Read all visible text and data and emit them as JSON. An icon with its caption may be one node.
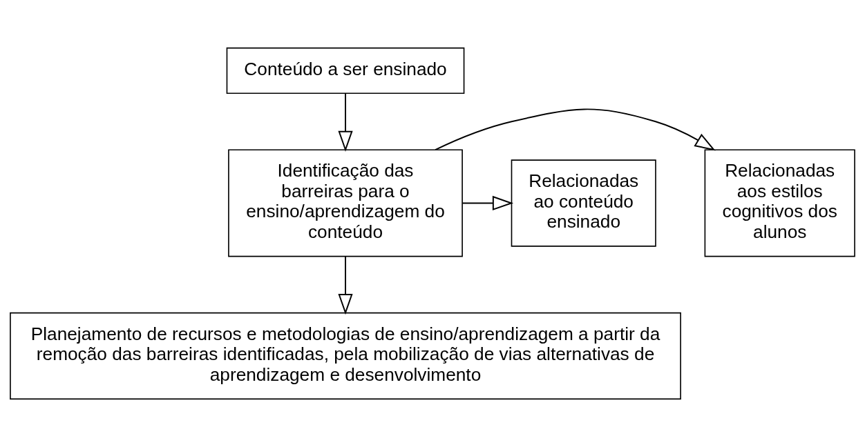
{
  "diagram": {
    "nodes": [
      {
        "text": [
          "Conteúdo a ser ensinado"
        ]
      },
      {
        "text": [
          "Relacionadas aos estilos cognitivos dos alunos"
        ]
      },
      {
        "text": [
          "Identificação das barreiras para o ensino/aprendizagem do conteúdo"
        ]
      },
      {
        "text": [
          "Relacionadas ao conteúdo ensinado"
        ]
      },
      {
        "text": [
          "Planejamento de recursos e metodologias de ensino/aprendizagem a partir da remoção das barreiras identificadas, pela mobilização de vias alternativas de aprendizagem e desenvolvimento"
        ]
      }
    ],
    "edges": [
      {
        "from": 0,
        "to": 2,
        "arrow": "to"
      },
      {
        "from": 2,
        "to": 1,
        "arrow": "to"
      },
      {
        "from": 2,
        "to": 3,
        "arrow": "to"
      },
      {
        "from": 2,
        "to": 4,
        "arrow": "to"
      }
    ]
  }
}
